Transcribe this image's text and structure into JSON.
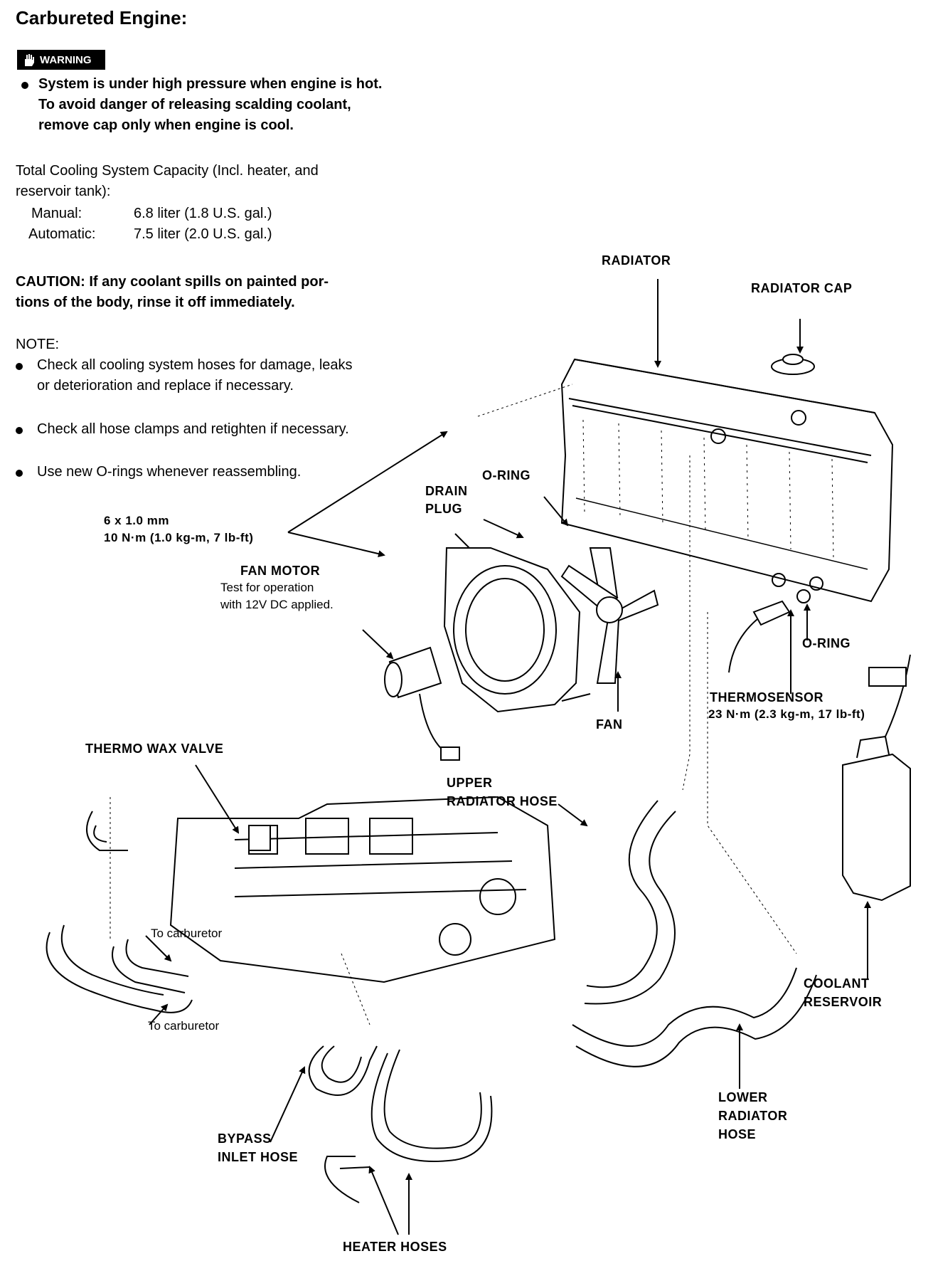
{
  "title": "Carbureted Engine:",
  "warning": {
    "badge": "WARNING",
    "line1": "System is under high pressure when engine is hot.",
    "line2": "To avoid danger of releasing scalding coolant,",
    "line3": "remove cap only when engine is cool."
  },
  "capacity": {
    "line1": "Total Cooling System Capacity (Incl. heater, and",
    "line2": "reservoir tank):",
    "manual_label": "Manual:",
    "manual_value": "6.8 liter (1.8 U.S. gal.)",
    "auto_label": "Automatic:",
    "auto_value": "7.5 liter (2.0 U.S. gal.)"
  },
  "caution": {
    "line1": "CAUTION: If any coolant spills on painted por-",
    "line2": "tions of the body, rinse it off immediately."
  },
  "note": {
    "heading": "NOTE:",
    "item1_line1": "Check all cooling system hoses for damage, leaks",
    "item1_line2": "or deterioration and replace if necessary.",
    "item2": "Check all hose clamps and retighten if necessary.",
    "item3": "Use new O-rings whenever reassembling."
  },
  "labels": {
    "radiator": "RADIATOR",
    "radiator_cap": "RADIATOR CAP",
    "o_ring_top": "O-RING",
    "drain_line1": "DRAIN",
    "drain_line2": "PLUG",
    "bolt_line1": "6 x 1.0 mm",
    "bolt_line2": "10 N·m (1.0 kg-m, 7 lb-ft)",
    "fan_motor": "FAN MOTOR",
    "fan_motor_note1": "Test for operation",
    "fan_motor_note2": "with 12V DC applied.",
    "o_ring_right": "O-RING",
    "thermosensor": "THERMOSENSOR",
    "thermosensor_torque": "23 N·m (2.3 kg-m, 17 lb-ft)",
    "fan": "FAN",
    "thermo_wax_valve": "THERMO WAX VALVE",
    "upper_hose_line1": "UPPER",
    "upper_hose_line2": "RADIATOR HOSE",
    "to_carb_1": "To carburetor",
    "to_carb_2": "To carburetor",
    "coolant_line1": "COOLANT",
    "coolant_line2": "RESERVOIR",
    "lower_line1": "LOWER",
    "lower_line2": "RADIATOR",
    "lower_line3": "HOSE",
    "bypass_line1": "BYPASS",
    "bypass_line2": "INLET HOSE",
    "heater_hoses": "HEATER HOSES"
  }
}
